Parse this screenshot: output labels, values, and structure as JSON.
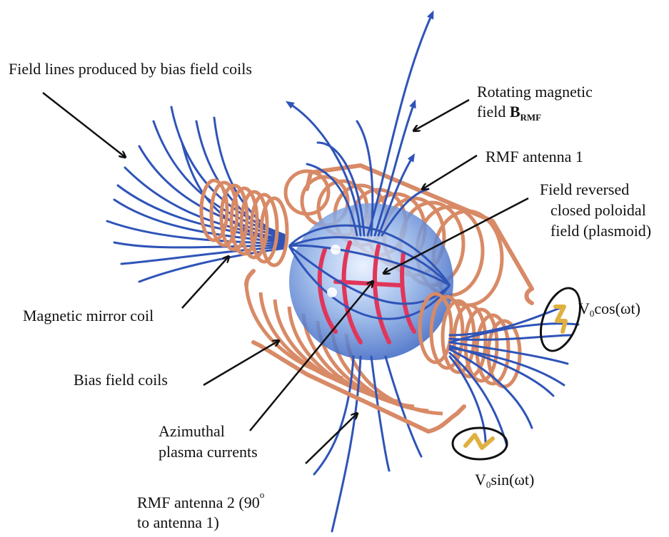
{
  "labels": {
    "bias_field_lines": "Field lines produced by bias field coils",
    "rotating_field_line1": "Rotating magnetic",
    "rotating_field_line2_prefix": "field ",
    "rotating_field_symbol": "B",
    "rotating_field_subscript": "RMF",
    "rmf_antenna_1": "RMF antenna 1",
    "plasmoid_line1": "Field reversed",
    "plasmoid_line2": "closed poloidal",
    "plasmoid_line3": "field (plasmoid)",
    "mirror_coil": "Magnetic mirror coil",
    "bias_coils": "Bias field coils",
    "azimuthal_line1": "Azimuthal",
    "azimuthal_line2": "plasma currents",
    "rmf_antenna_2_line1": "RMF antenna 2 (90",
    "rmf_antenna_2_degree": "o",
    "rmf_antenna_2_line2": "to antenna 1)",
    "v_cos_prefix": "V",
    "v_cos_subscript": "0",
    "v_cos_suffix": "cos(ωt)",
    "v_sin_prefix": "V",
    "v_sin_subscript": "0",
    "v_sin_suffix": "sin(ωt)"
  },
  "colors": {
    "field_line": "#2f54b8",
    "field_line_light": "#7b9be0",
    "coil": "#d88a66",
    "coil_dark": "#a85a3c",
    "plasmoid": "#8fb0e6",
    "current": "#e0365a",
    "source_wave": "#e0b040",
    "arrow": "#111111"
  }
}
